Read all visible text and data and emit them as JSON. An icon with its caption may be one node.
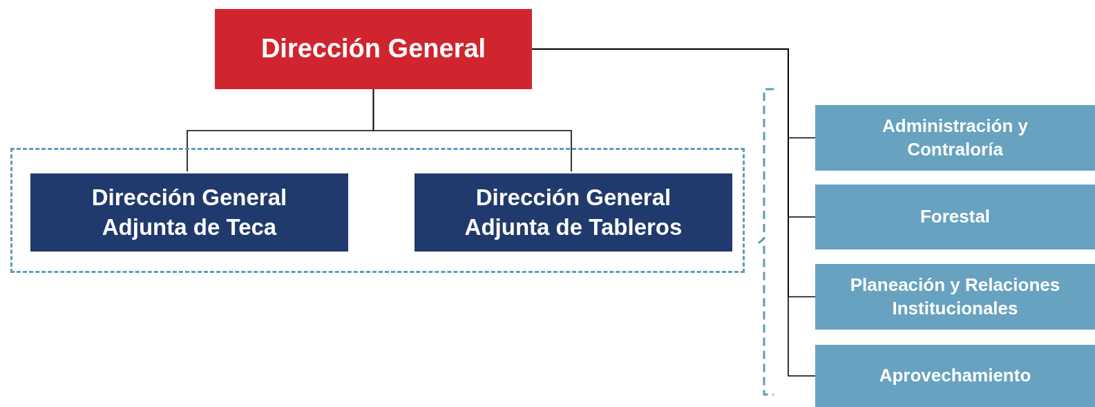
{
  "diagram": {
    "nodes": [
      {
        "text": [
          "Dirección General"
        ]
      },
      {
        "text": [],
        "shape": "box"
      },
      {
        "text": [
          "Dirección General Adjunta de Teca"
        ],
        "in": 1
      },
      {
        "text": [
          "Dirección General Adjunta de Tableros"
        ],
        "in": 1
      },
      {
        "text": [
          "Administración y Contraloría"
        ]
      },
      {
        "text": [
          "Forestal"
        ]
      },
      {
        "text": [
          "Planeación y Relaciones Institucionales"
        ]
      },
      {
        "text": [
          "Aprovechamiento"
        ]
      }
    ],
    "edges": [
      {
        "from": 0,
        "to": 2,
        "arrow": "none"
      },
      {
        "from": 0,
        "to": 3,
        "arrow": "none"
      },
      {
        "from": 0,
        "to": 4,
        "arrow": "none"
      },
      {
        "from": 0,
        "to": 5,
        "arrow": "none"
      },
      {
        "from": 0,
        "to": 6,
        "arrow": "none"
      },
      {
        "from": 0,
        "to": 7,
        "arrow": "none"
      }
    ]
  }
}
